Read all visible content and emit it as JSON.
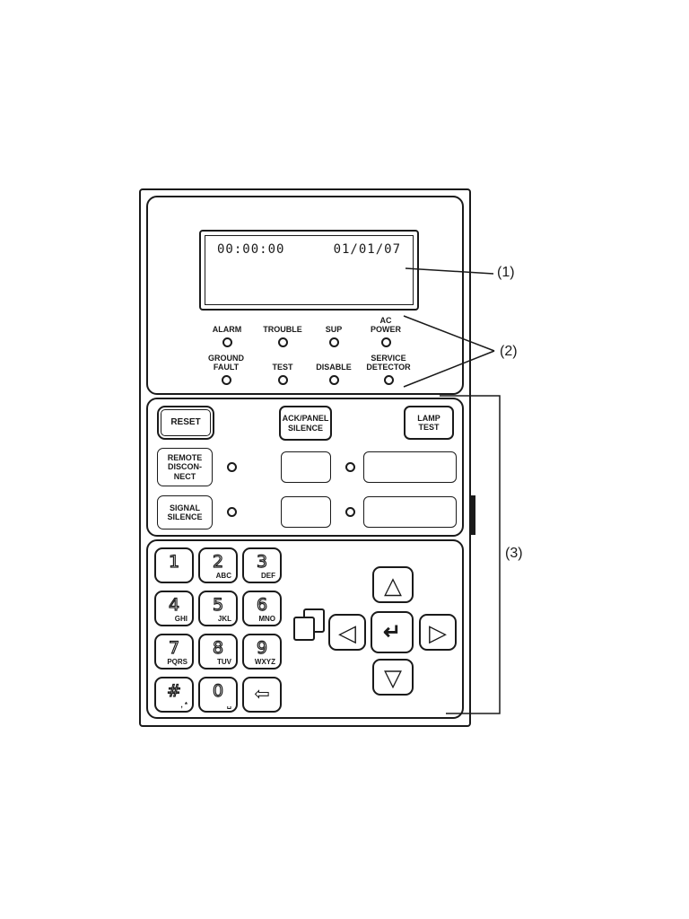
{
  "panel": {
    "lcd": {
      "time": "00:00:00",
      "date": "01/01/07"
    },
    "leds": {
      "row1": [
        {
          "label": "ALARM"
        },
        {
          "label": "TROUBLE"
        },
        {
          "label": "SUP"
        },
        {
          "label": "AC\nPOWER"
        }
      ],
      "row2": [
        {
          "label": "GROUND\nFAULT"
        },
        {
          "label": "TEST"
        },
        {
          "label": "DISABLE"
        },
        {
          "label": "SERVICE\nDETECTOR"
        }
      ]
    },
    "controls": {
      "reset": "RESET",
      "ack_panel_silence": "ACK/PANEL\nSILENCE",
      "lamp_test": "LAMP\nTEST",
      "remote_disconnect": "REMOTE\nDISCON-\nNECT",
      "signal_silence": "SIGNAL\nSILENCE"
    },
    "keypad": [
      {
        "main": "1",
        "sub": ""
      },
      {
        "main": "2",
        "sub": "ABC"
      },
      {
        "main": "3",
        "sub": "DEF"
      },
      {
        "main": "4",
        "sub": "GHI"
      },
      {
        "main": "5",
        "sub": "JKL"
      },
      {
        "main": "6",
        "sub": "MNO"
      },
      {
        "main": "7",
        "sub": "PQRS"
      },
      {
        "main": "8",
        "sub": "TUV"
      },
      {
        "main": "9",
        "sub": "WXYZ"
      },
      {
        "main": "#",
        "sub": ", *"
      },
      {
        "main": "0",
        "sub": "␣"
      },
      {
        "main": "⇦",
        "sub": ""
      }
    ],
    "nav": {
      "up": "△",
      "down": "▽",
      "left": "◁",
      "right": "▷",
      "enter": "↵"
    }
  },
  "callouts": {
    "c1": "(1)",
    "c2": "(2)",
    "c3": "(3)"
  }
}
